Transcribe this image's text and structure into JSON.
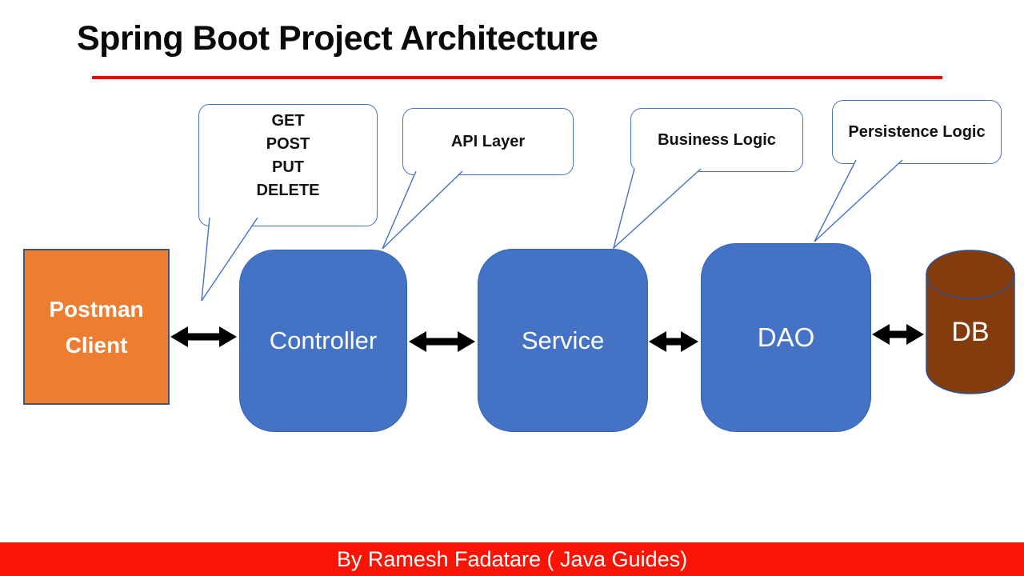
{
  "title": "Spring Boot Project Architecture",
  "callouts": {
    "http_methods": {
      "lines": [
        "GET",
        "POST",
        "PUT",
        "DELETE"
      ]
    },
    "api_layer": "API Layer",
    "business_logic": "Business Logic",
    "persistence_logic": "Persistence Logic"
  },
  "nodes": {
    "postman": {
      "line1": "Postman",
      "line2": "Client"
    },
    "controller": "Controller",
    "service": "Service",
    "dao": "DAO",
    "db": "DB"
  },
  "footer": "By Ramesh Fadatare ( Java Guides)",
  "colors": {
    "accent_blue": "#4472C4",
    "blue_box_fill": "#4472C4",
    "postman_orange": "#ED7D31",
    "postman_border": "#44546A",
    "db_brown": "#843C0C",
    "db_stroke": "#2F528F",
    "footer_red": "#FA1405",
    "underline_red": "#FF0000",
    "arrow_black": "#000000",
    "callout_border": "#4472C4"
  }
}
